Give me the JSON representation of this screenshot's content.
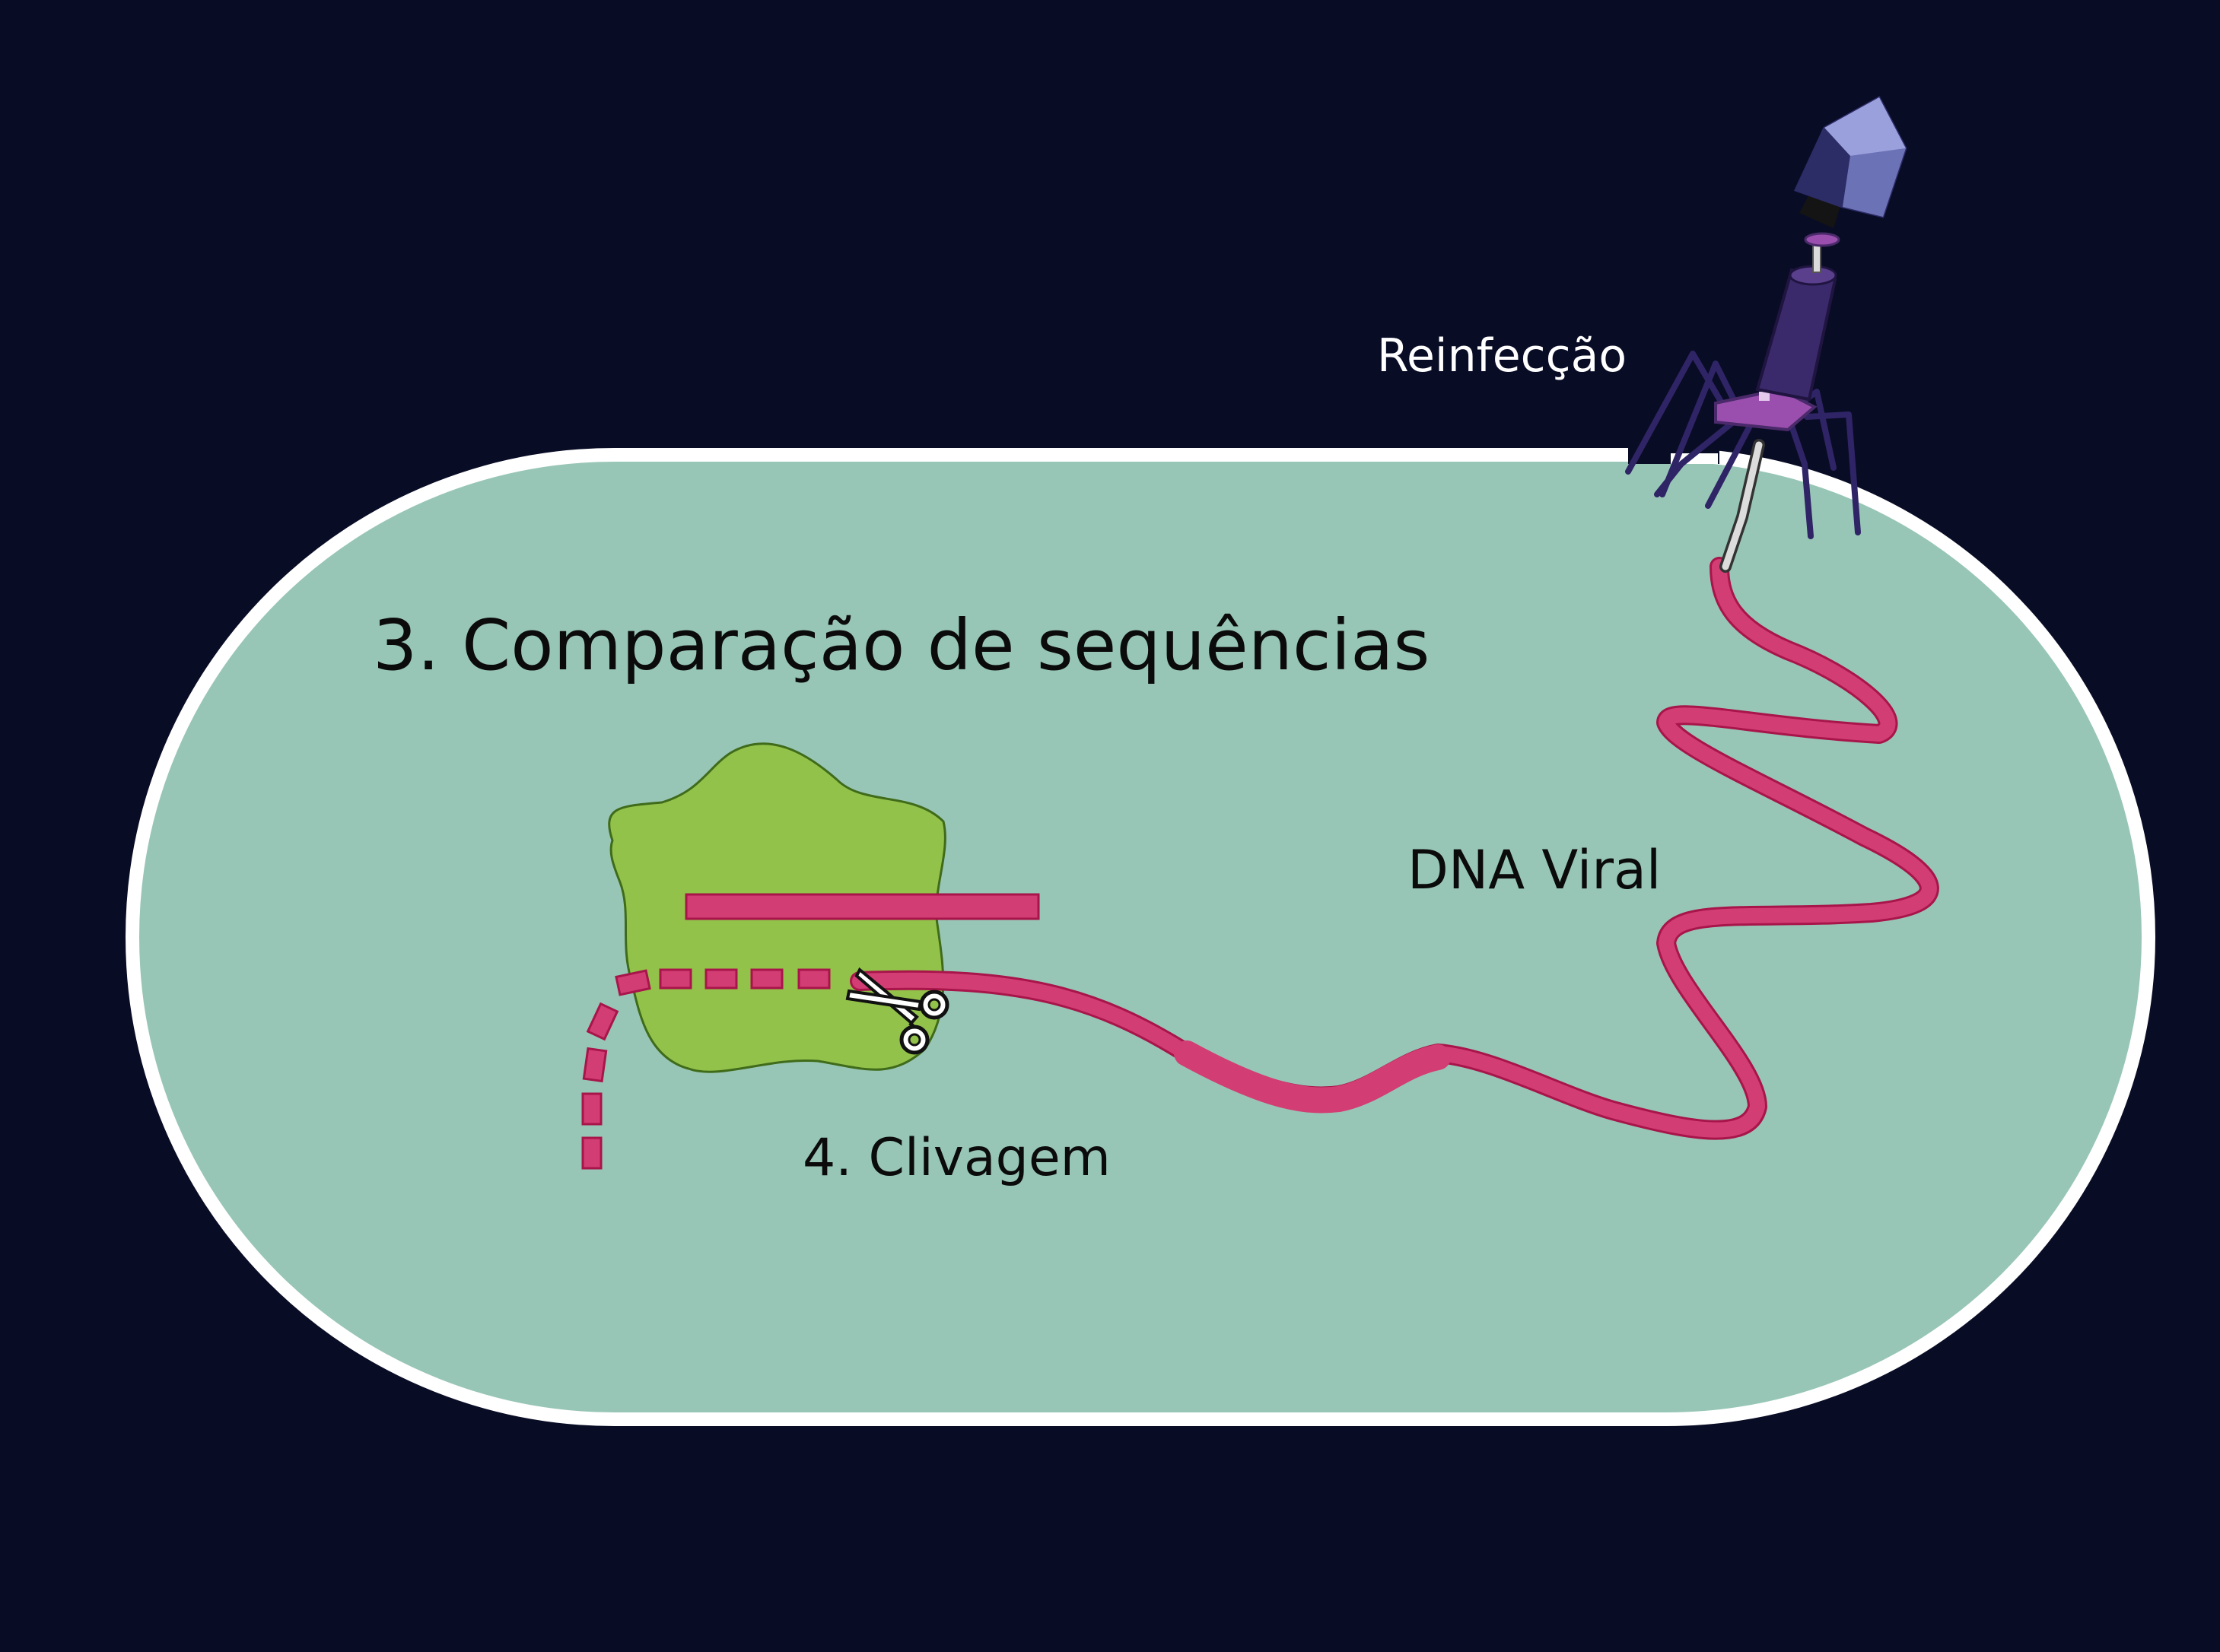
{
  "labels": {
    "reinfection": "Reinfecção",
    "comparison": "3. Comparação de sequências",
    "viral_dna": "DNA Viral",
    "cleavage": "4. Clivagem"
  },
  "colors": {
    "background": "#080c25",
    "cell_fill": "#98c6b6",
    "cell_border": "#ffffff",
    "dna": "#d23d73",
    "dna_outline": "#a8154a",
    "protein_complex": "#93c24b",
    "protein_outline": "#3f6b1a",
    "phage_head_light": "#9aa0dc",
    "phage_head_mid": "#5d62a5",
    "phage_head_dark": "#2c2c66",
    "phage_tail": "#3b2a6b",
    "phage_baseplate": "#9a4fae",
    "label_dark": "#0b0b0b",
    "label_light": "#ffffff"
  },
  "icons": {
    "cleavage_tool": "scissors-icon",
    "virus": "bacteriophage-icon"
  }
}
